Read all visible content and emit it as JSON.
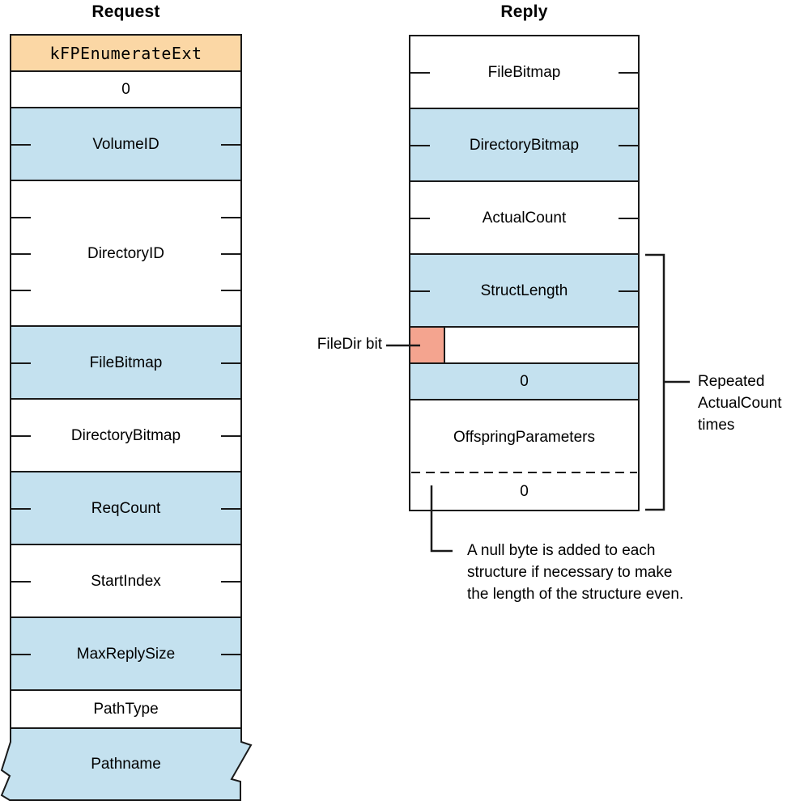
{
  "palette": {
    "blue": "#c4e1ef",
    "orange": "#fbd7a5",
    "salmon": "#f4a48f",
    "line": "#1a1a1a",
    "background": "#ffffff"
  },
  "request": {
    "title": "Request",
    "rows": [
      {
        "label": "kFPEnumerateExt",
        "fill": "orange",
        "units": 1,
        "ticks": false,
        "mono": true
      },
      {
        "label": "0",
        "fill": "white",
        "units": 1,
        "ticks": false
      },
      {
        "label": "VolumeID",
        "fill": "blue",
        "units": 2,
        "ticks": true
      },
      {
        "label": "DirectoryID",
        "fill": "white",
        "units": 4,
        "ticks": true
      },
      {
        "label": "FileBitmap",
        "fill": "blue",
        "units": 2,
        "ticks": true
      },
      {
        "label": "DirectoryBitmap",
        "fill": "white",
        "units": 2,
        "ticks": true
      },
      {
        "label": "ReqCount",
        "fill": "blue",
        "units": 2,
        "ticks": true
      },
      {
        "label": "StartIndex",
        "fill": "white",
        "units": 2,
        "ticks": true
      },
      {
        "label": "MaxReplySize",
        "fill": "blue",
        "units": 2,
        "ticks": true
      },
      {
        "label": "PathType",
        "fill": "white",
        "units": 1,
        "ticks": false
      }
    ],
    "variable_row": {
      "label": "Pathname",
      "fill": "blue"
    }
  },
  "reply": {
    "title": "Reply",
    "rows": [
      {
        "label": "FileBitmap",
        "fill": "white",
        "units": 2,
        "ticks": true
      },
      {
        "label": "DirectoryBitmap",
        "fill": "blue",
        "units": 2,
        "ticks": true
      },
      {
        "label": "ActualCount",
        "fill": "white",
        "units": 2,
        "ticks": true
      },
      {
        "label": "StructLength",
        "fill": "blue",
        "units": 2,
        "ticks": true
      },
      {
        "label": "",
        "fill": "white",
        "units": 1,
        "ticks": false,
        "filedir_cell": true
      },
      {
        "label": "0",
        "fill": "blue",
        "units": 1,
        "ticks": false
      },
      {
        "label": "OffspringParameters",
        "fill": "white",
        "units": 2,
        "ticks": false,
        "dashed_bottom": true
      },
      {
        "label": "0",
        "fill": "white",
        "units": 1,
        "ticks": false
      }
    ]
  },
  "annotations": {
    "filedir_label": "FileDir bit",
    "repeat_label_lines": [
      "Repeated",
      "ActualCount",
      "times"
    ],
    "null_byte_note_lines": [
      "A null byte is added to each",
      "structure if necessary to make",
      "the length of the structure even."
    ]
  }
}
